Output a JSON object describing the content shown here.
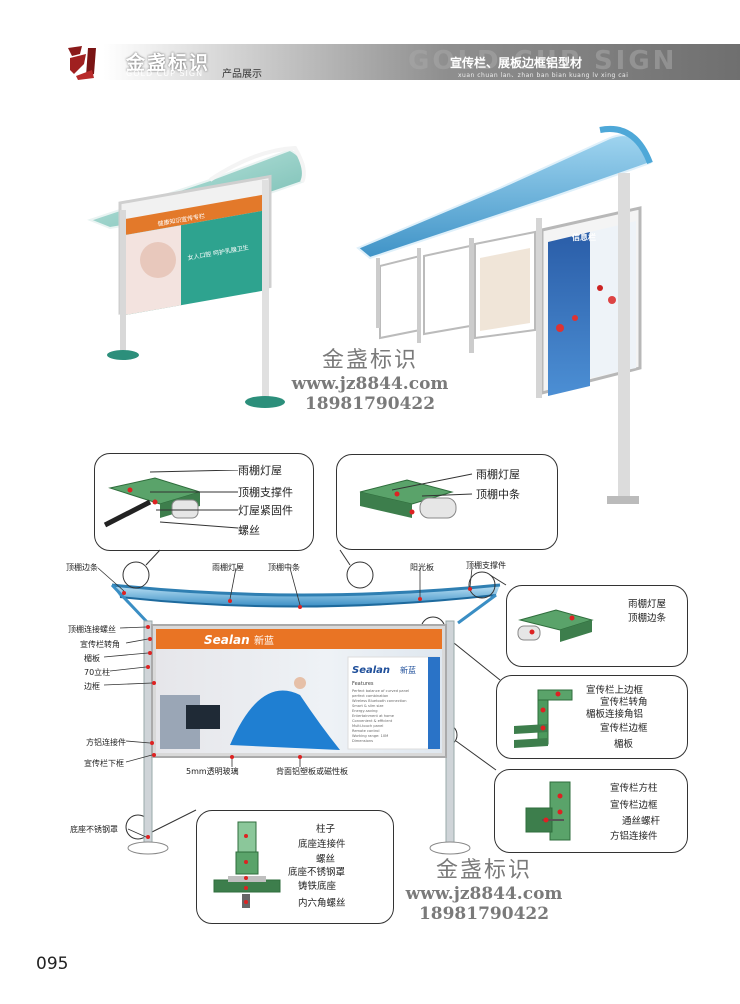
{
  "header": {
    "brand_cn": "金盏标识",
    "brand_en": "GOLD CUP SIGN",
    "section": "产品展示",
    "watermark_en": "GOLD CUP SIGN",
    "product_title": "宣传栏、展板边框铝型材",
    "product_pinyin": "xuan chuan lan、zhan ban bian kuang lv xing cai"
  },
  "watermark": {
    "company": "金盏标识",
    "website": "www.jz8844.com",
    "phone": "18981790422"
  },
  "products": {
    "left_board_title": "健康知识宣传专栏",
    "left_board_text": "女人口腔 呵护乳腺卫生",
    "right_board_title": "信息栏"
  },
  "callouts": {
    "top_left": [
      "雨棚灯屋",
      "顶棚支撑件",
      "灯屋紧固件",
      "螺丝"
    ],
    "top_right": [
      "雨棚灯屋",
      "顶棚中条"
    ],
    "right_1": [
      "雨棚灯屋",
      "顶棚边条"
    ],
    "right_2": [
      "宣传栏上边框",
      "宣传栏转角",
      "楣板连接角铝",
      "宣传栏边框",
      "楣板"
    ],
    "right_3": [
      "宣传栏方柱",
      "宣传栏边框",
      "通丝螺杆",
      "方铝连接件"
    ],
    "bottom": [
      "柱子",
      "底座连接件",
      "螺丝",
      "底座不锈钢罩",
      "铸铁底座",
      "内六角螺丝"
    ]
  },
  "diagram": {
    "roof_labels": [
      "顶棚边条",
      "雨棚灯屋",
      "顶棚中条",
      "阳光板",
      "顶棚支撑件"
    ],
    "left_labels": [
      "顶棚连接螺丝",
      "宣传栏转角",
      "楣板",
      "70立柱",
      "边框",
      "方铝连接件",
      "宣传栏下框",
      "底座不锈钢罩"
    ],
    "bottom_labels": [
      "5mm透明玻璃",
      "背面铝塑板或磁性板"
    ],
    "brand_en": "Sealan",
    "brand_cn": "新蓝",
    "poster_heading": "Features",
    "poster_lines": [
      "Perfect balance of curved panel",
      "perfect combination",
      "Wireless Bluetooth connection",
      "Smart & slim size",
      "Energy-saving",
      "Entertainment at home",
      "Convenient & efficient",
      "Multi-touch panel",
      "Remote control",
      "Working range: 10M",
      "Dimensions"
    ]
  },
  "page_number": "095"
}
